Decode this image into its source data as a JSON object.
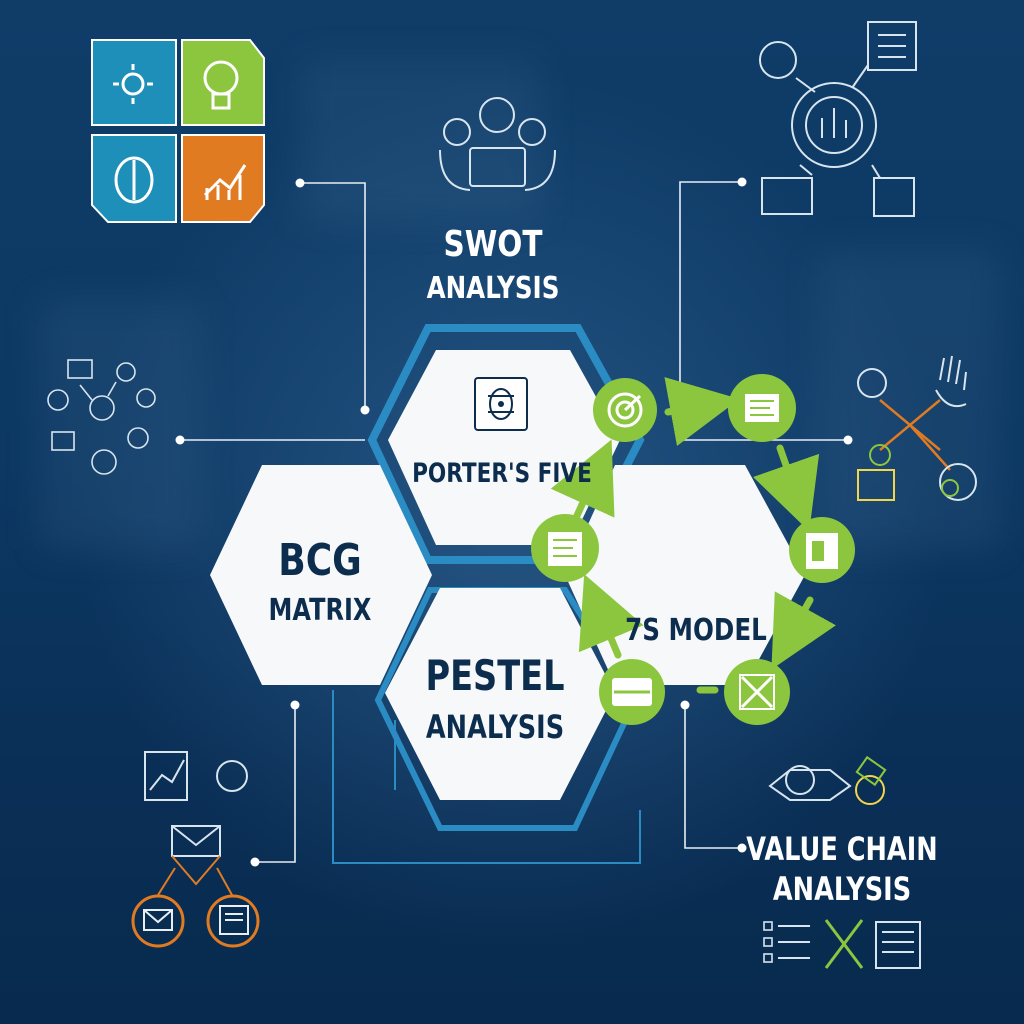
{
  "labels": {
    "swot_line1": "SWOT",
    "swot_line2": "ANALYSIS",
    "porter": "PORTER'S FIVE",
    "bcg_line1": "BCG",
    "bcg_line2": "MATRIX",
    "sevens": "7S MODEL",
    "pestel_line1": "PESTEL",
    "pestel_line2": "ANALYSIS",
    "value_line1": "VALUE CHAIN",
    "value_line2": "ANALYSIS"
  },
  "colors": {
    "navy": "#0d2d4f",
    "green": "#8cc63f",
    "blue_accent": "#2b8cc4",
    "teal": "#1e8fb8",
    "orange": "#e07b22",
    "hex_fill": "#f7f8f9",
    "line": "#e8eef4"
  },
  "icons": [
    "lightbulb-gear-icon",
    "lightbulb-icon",
    "head-profile-icon",
    "growth-chart-icon",
    "target-icon",
    "document-icon",
    "door-icon",
    "crossed-arrows-icon",
    "card-icon",
    "mail-icon",
    "certificate-icon"
  ]
}
